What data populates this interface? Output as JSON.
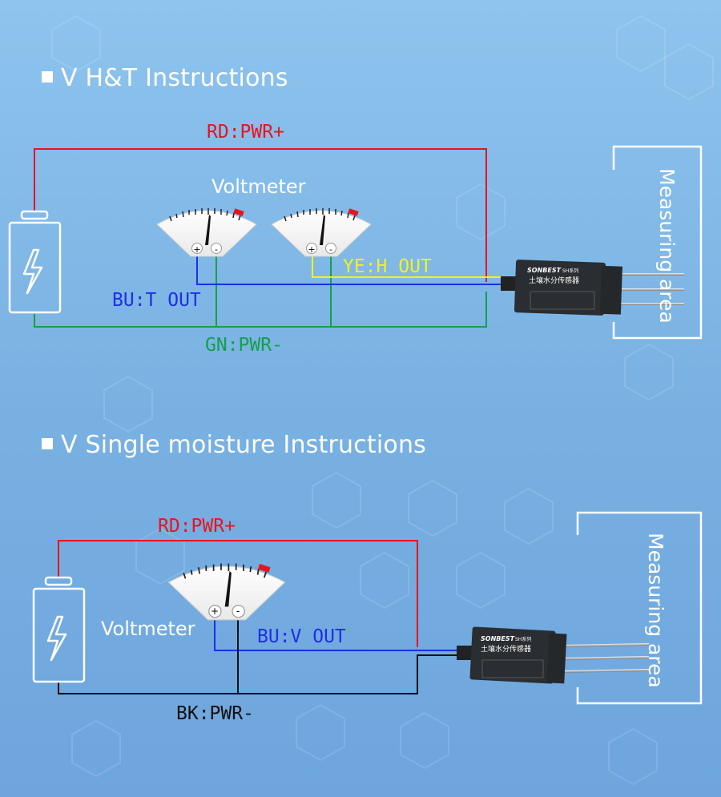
{
  "section1": {
    "title": "V H&T Instructions",
    "wire_pwr_plus": "RD:PWR+",
    "wire_t_out": "BU:T OUT",
    "wire_h_out": "YE:H OUT",
    "wire_pwr_minus": "GN:PWR-",
    "voltmeter_label": "Voltmeter",
    "measuring_area": "Measuring area",
    "sensor_brand": "SONBEST",
    "sensor_name": "土壤水分传感器",
    "sensor_series": "SH系列"
  },
  "section2": {
    "title": "V Single moisture Instructions",
    "wire_pwr_plus": "RD:PWR+",
    "wire_v_out": "BU:V OUT",
    "wire_pwr_minus": "BK:PWR-",
    "voltmeter_label": "Voltmeter",
    "measuring_area": "Measuring area",
    "sensor_brand": "SONBEST",
    "sensor_name": "土壤水分传感器",
    "sensor_series": "SH系列"
  },
  "meter": {
    "plus": "+",
    "minus": "-"
  },
  "colors": {
    "red": "#e8141c",
    "blue": "#1e2fe6",
    "yellow": "#f2f21c",
    "green": "#14a04e",
    "black": "#111111",
    "white": "#ffffff"
  },
  "icons": {
    "battery": "battery-icon",
    "lightning": "lightning-icon",
    "voltmeter": "voltmeter-icon",
    "sensor": "soil-sensor-icon"
  }
}
